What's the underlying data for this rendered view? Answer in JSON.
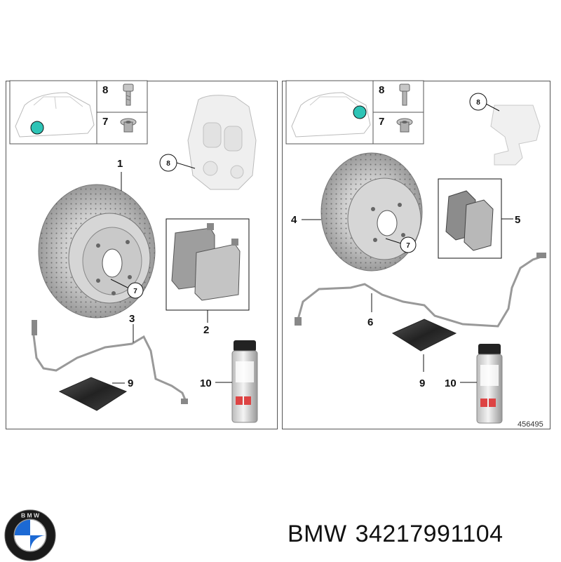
{
  "left_panel": {
    "legend": {
      "bolt_label": "8",
      "plug_label": "7"
    },
    "callouts": {
      "disc": "1",
      "pads": "2",
      "sensor": "3",
      "caliper": "8",
      "disc_screw": "7",
      "mat": "9",
      "spray": "10"
    }
  },
  "right_panel": {
    "legend": {
      "bolt_label": "8",
      "plug_label": "7"
    },
    "callouts": {
      "caliper": "8",
      "disc": "4",
      "pads": "5",
      "disc_screw": "7",
      "sensor": "6",
      "mat": "9",
      "spray": "10"
    },
    "reference_number": "456495"
  },
  "footer": {
    "brand": "BMW",
    "part_number": "34217991104"
  },
  "colors": {
    "location_marker": "#2ec4b6",
    "part_gray": "#a9a9a9",
    "logo_blue": "#1c69d4"
  }
}
